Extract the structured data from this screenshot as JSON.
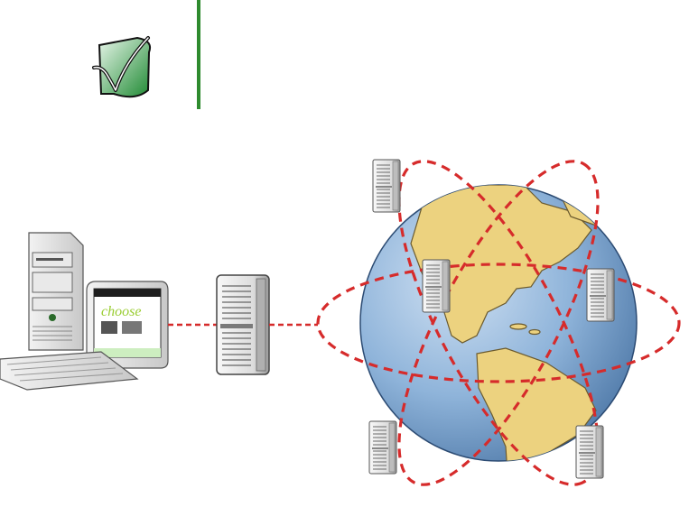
{
  "note": {
    "icon": "checkmark-note-icon",
    "divider_color": "#2e8b2e"
  },
  "diagram": {
    "client": {
      "icon": "desktop-computer-icon",
      "screen_text": "choose"
    },
    "gateway": {
      "icon": "server-tower-icon"
    },
    "internet": {
      "icon": "globe-icon",
      "orbit_count": 3,
      "remote_servers": [
        "top-left",
        "center",
        "right",
        "bottom-left",
        "bottom-right"
      ]
    },
    "colors": {
      "link": "#d62b2b",
      "ocean": "#7fa6cf",
      "land": "#ecd27f",
      "check": "#2f9a3a",
      "server": "#e6e6e6"
    }
  }
}
